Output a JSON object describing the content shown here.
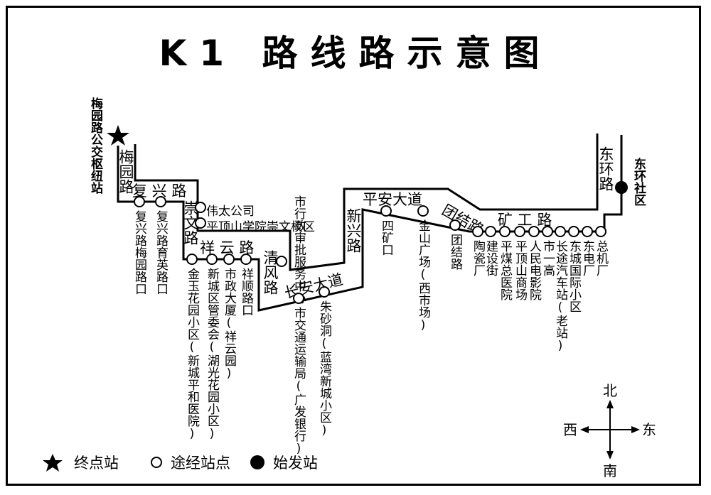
{
  "title": "K1 路线路示意图",
  "terminus_label": "梅园路公交枢纽站",
  "origin_label": "东环社区",
  "roads": {
    "meiyuan": "梅园路",
    "fuxing": "复 兴 路",
    "chongwen": "崇文路",
    "xiangyun": "祥 云 路",
    "qingfeng": "清风路",
    "changan": "长安大道",
    "xinxing": "新兴路",
    "pingan": "平安大道",
    "tuanjie": "团结路",
    "kuanggong": "矿 工 路",
    "donghuan": "东环路"
  },
  "stops": [
    {
      "name": "复兴路梅园路口"
    },
    {
      "name": "复兴路育英路口"
    },
    {
      "name": "伟太公司"
    },
    {
      "name": "平顶山学院崇文校区"
    },
    {
      "name": "金玉花园小区",
      "note": "(新城平和医院)"
    },
    {
      "name": "新城区管委会",
      "note": "(湖光花园小区)"
    },
    {
      "name": "市政大厦",
      "note": "(祥云园)"
    },
    {
      "name": "祥顺路口"
    },
    {
      "name": "市行政审批服务中心"
    },
    {
      "name": "市交通运输局",
      "note": "(广发银行)"
    },
    {
      "name": "朱砂洞",
      "note": "(蓝湾新城小区)"
    },
    {
      "name": "四矿口"
    },
    {
      "name": "金山广场",
      "note": "(西市场)"
    },
    {
      "name": "团结路"
    },
    {
      "name": "陶瓷厂"
    },
    {
      "name": "建设街"
    },
    {
      "name": "平煤总医院"
    },
    {
      "name": "平顶山商场"
    },
    {
      "name": "人民电影院"
    },
    {
      "name": "市一高"
    },
    {
      "name": "长途汽车站",
      "note": "(老站)"
    },
    {
      "name": "东城国际小区"
    },
    {
      "name": "东电厂"
    },
    {
      "name": "总机厂"
    }
  ],
  "legend": {
    "terminus": "终点站",
    "via": "途经站点",
    "origin": "始发站"
  },
  "compass": {
    "north": "北",
    "south": "南",
    "east": "东",
    "west": "西"
  }
}
